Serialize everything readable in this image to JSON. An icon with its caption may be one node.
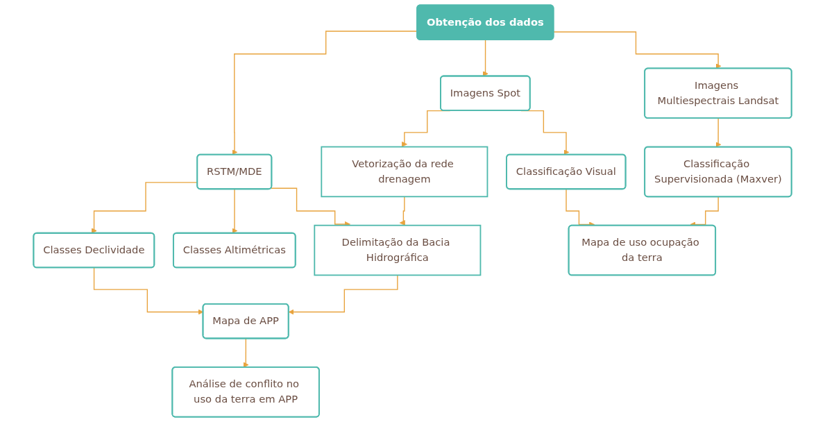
{
  "diagram": {
    "nodes": [
      {
        "text": [
          "Obtenção dos dados"
        ]
      },
      {
        "text": [
          "RSTM/MDE"
        ]
      },
      {
        "text": [
          "Imagens Spot"
        ]
      },
      {
        "text": [
          "Imagens Multiespectrais Landsat"
        ]
      },
      {
        "text": [
          "Classes Declividade"
        ]
      },
      {
        "text": [
          "Classes Altimétricas"
        ]
      },
      {
        "text": [
          "Vetorização da rede drenagem"
        ]
      },
      {
        "text": [
          "Delimitação da Bacia Hidrográfica"
        ]
      },
      {
        "text": [
          "Classificação Visual"
        ]
      },
      {
        "text": [
          "Classificação Supervisionada (Maxver)"
        ]
      },
      {
        "text": [
          "Mapa de APP"
        ]
      },
      {
        "text": [
          "Mapa de uso ocupação da terra"
        ]
      },
      {
        "text": [
          "Análise de conflito no uso da terra em APP"
        ]
      }
    ],
    "edges": [
      {
        "from": 0,
        "to": 1,
        "arrow": "to"
      },
      {
        "from": 0,
        "to": 2,
        "arrow": "to"
      },
      {
        "from": 0,
        "to": 3,
        "arrow": "to"
      },
      {
        "from": 1,
        "to": 4,
        "arrow": "to"
      },
      {
        "from": 1,
        "to": 5,
        "arrow": "to"
      },
      {
        "from": 1,
        "to": 7,
        "arrow": "to"
      },
      {
        "from": 2,
        "to": 6,
        "arrow": "to"
      },
      {
        "from": 2,
        "to": 8,
        "arrow": "to"
      },
      {
        "from": 3,
        "to": 9,
        "arrow": "to"
      },
      {
        "from": 6,
        "to": 7,
        "arrow": "to"
      },
      {
        "from": 4,
        "to": 10,
        "arrow": "to"
      },
      {
        "from": 7,
        "to": 10,
        "arrow": "to"
      },
      {
        "from": 8,
        "to": 11,
        "arrow": "to"
      },
      {
        "from": 9,
        "to": 11,
        "arrow": "to"
      },
      {
        "from": 10,
        "to": 12,
        "arrow": "to"
      }
    ]
  }
}
